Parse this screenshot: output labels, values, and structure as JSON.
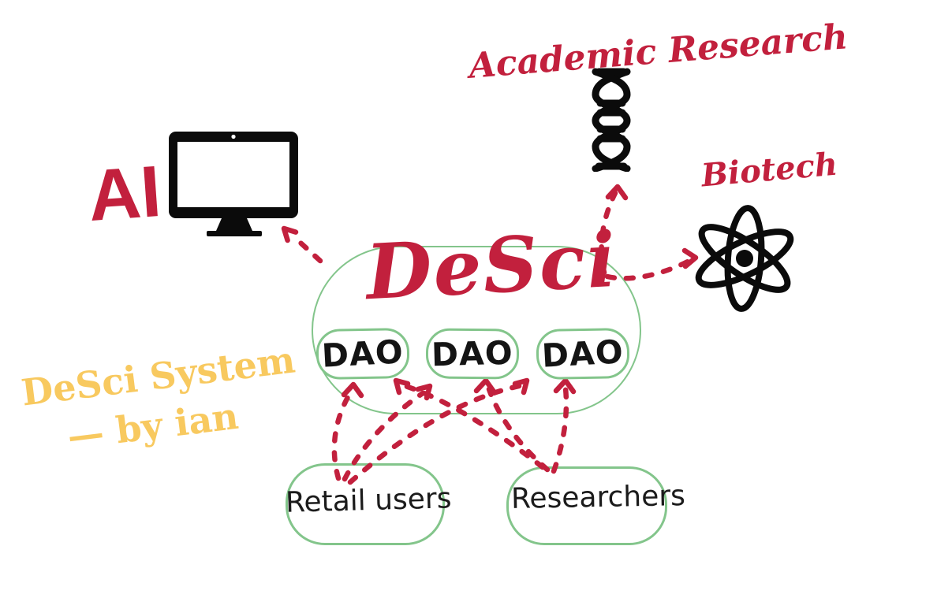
{
  "diagram": {
    "title": "DeSci",
    "watermark": {
      "line1": "DeSci System",
      "line2": "— by ian"
    },
    "colors": {
      "red": "#C2203D",
      "green": "#83C58B",
      "yellow": "#F8C95F",
      "black": "#141414",
      "background": "#FFFFFF"
    },
    "nodes": {
      "ai": {
        "label": "AI",
        "icon": "monitor-icon"
      },
      "academic_research": {
        "label": "Academic Research",
        "icon": "dna-icon"
      },
      "biotech": {
        "label": "Biotech",
        "icon": "atom-icon"
      },
      "desci": {
        "label": "DeSci"
      },
      "daos": [
        {
          "label": "DAO"
        },
        {
          "label": "DAO"
        },
        {
          "label": "DAO"
        }
      ],
      "retail_users": {
        "label": "Retail users"
      },
      "researchers": {
        "label": "Researchers"
      }
    },
    "edges": [
      {
        "from": "desci",
        "to": "ai",
        "style": "red-dashed-arrow"
      },
      {
        "from": "desci",
        "to": "academic_research",
        "style": "red-dashed-arrow"
      },
      {
        "from": "desci",
        "to": "biotech",
        "style": "red-dashed-arrow"
      },
      {
        "from": "retail_users",
        "to": "dao-1",
        "style": "red-dashed-arrow"
      },
      {
        "from": "retail_users",
        "to": "dao-2",
        "style": "red-dashed-arrow"
      },
      {
        "from": "retail_users",
        "to": "dao-3",
        "style": "red-dashed-arrow"
      },
      {
        "from": "researchers",
        "to": "dao-1",
        "style": "red-dashed-arrow"
      },
      {
        "from": "researchers",
        "to": "dao-2",
        "style": "red-dashed-arrow"
      },
      {
        "from": "researchers",
        "to": "dao-3",
        "style": "red-dashed-arrow"
      }
    ]
  }
}
